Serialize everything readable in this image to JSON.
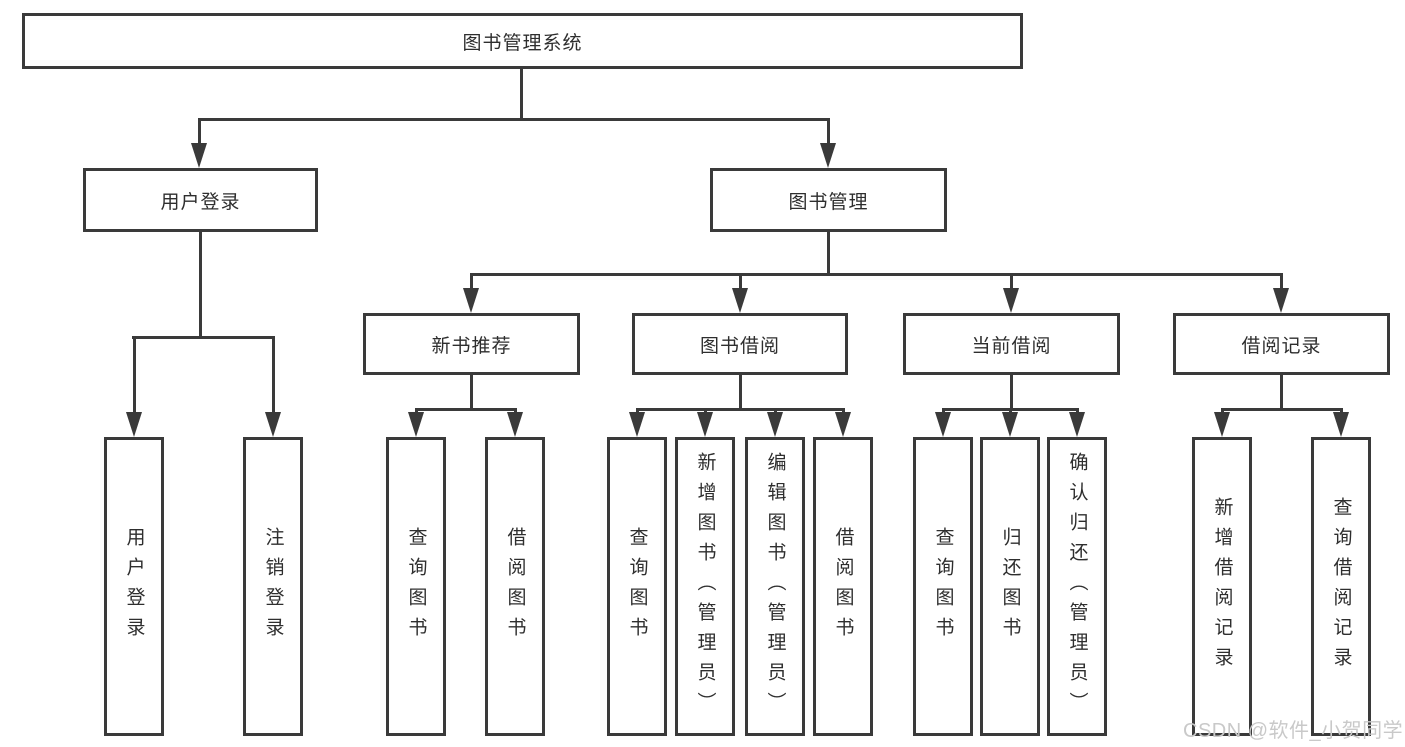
{
  "nodes": {
    "root": "图书管理系统",
    "level2": {
      "user_login": "用户登录",
      "book_management": "图书管理"
    },
    "level3": {
      "new_book_recommend": "新书推荐",
      "book_borrow": "图书借阅",
      "current_borrow": "当前借阅",
      "borrow_records": "借阅记录"
    },
    "leaves": {
      "user_login": "用户登录",
      "logout": "注销登录",
      "nb_query_books": "查询图书",
      "nb_borrow_books": "借阅图书",
      "bb_query_books": "查询图书",
      "bb_add_books": "新增图书（管理员）",
      "bb_edit_books": "编辑图书（管理员）",
      "bb_borrow_books": "借阅图书",
      "cb_query_books": "查询图书",
      "cb_return_books": "归还图书",
      "cb_confirm_return": "确认归还（管理员）",
      "br_add_record": "新增借阅记录",
      "br_query_record": "查询借阅记录"
    }
  },
  "watermark": "CSDN @软件_小贺同学",
  "colors": {
    "line": "#3a3a3a",
    "text": "#2e2e2e",
    "watermark": "#c9c9c9",
    "background": "#ffffff"
  }
}
